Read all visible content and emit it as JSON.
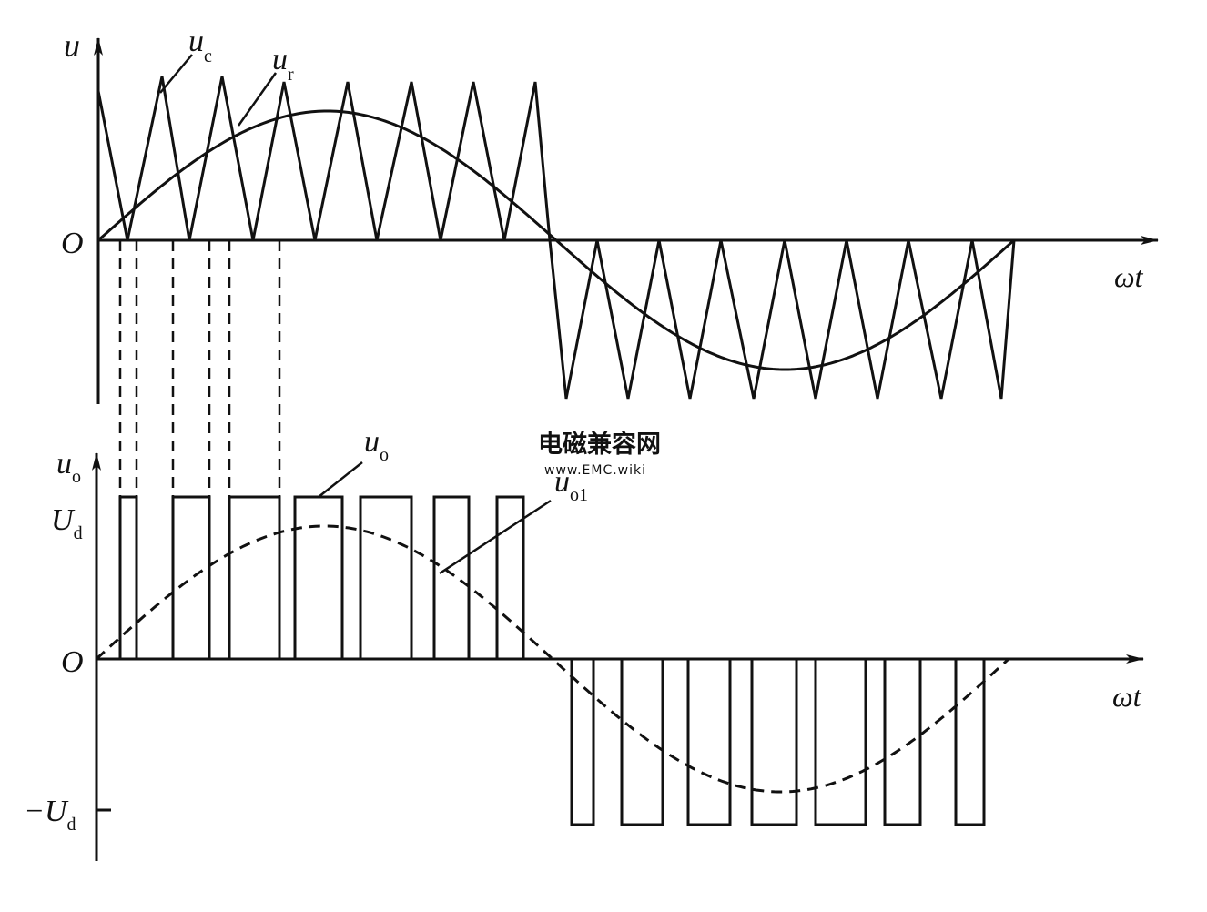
{
  "top_graph": {
    "y_label": "u",
    "origin_label": "O",
    "x_label": "ωt",
    "carrier_label": {
      "main": "u",
      "sub": "c"
    },
    "reference_label": {
      "main": "u",
      "sub": "r"
    }
  },
  "bottom_graph": {
    "y_label": {
      "main": "u",
      "sub": "o"
    },
    "origin_label": "O",
    "x_label": "ωt",
    "ud_label": {
      "main": "U",
      "sub": "d"
    },
    "neg_ud_label": {
      "main": "−U",
      "sub": "d"
    },
    "output_label": {
      "main": "u",
      "sub": "o"
    },
    "fundamental_label": {
      "main": "u",
      "sub": "o1"
    }
  },
  "watermark": {
    "line1": "电磁兼容网",
    "line2": "www.EMC.wiki"
  },
  "colors": {
    "ink": "#111111",
    "watermark": "#e8a0a0",
    "watermark_url": "#c8c8c8"
  }
}
